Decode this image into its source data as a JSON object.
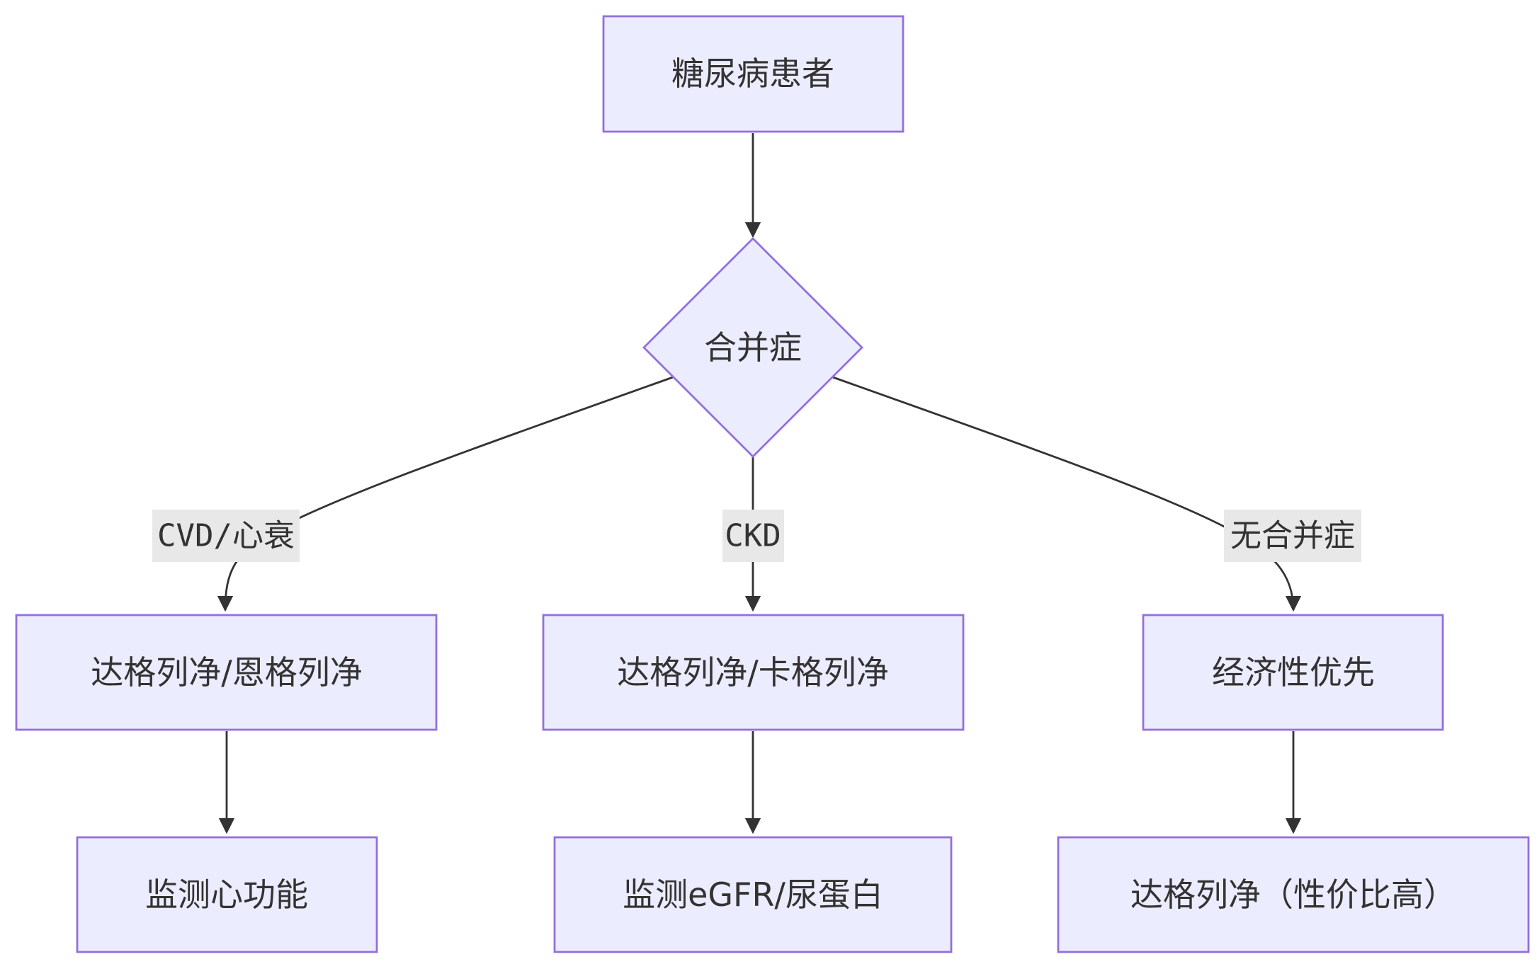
{
  "nodes": {
    "patient": "糖尿病患者",
    "comorbidity": "合并症",
    "cvd_drug": "达格列净/恩格列净",
    "ckd_drug": "达格列净/卡格列净",
    "none_drug": "经济性优先",
    "cvd_monitor": "监测心功能",
    "ckd_monitor": "监测eGFR/尿蛋白",
    "none_result": "达格列净（性价比高）"
  },
  "edge_labels": {
    "cvd": "CVD/心衰",
    "ckd": "CKD",
    "none": "无合并症"
  },
  "colors": {
    "node_fill": "#ECECFF",
    "node_stroke": "#9370DB",
    "edge": "#333333",
    "label_bg": "#e8e8e8"
  }
}
